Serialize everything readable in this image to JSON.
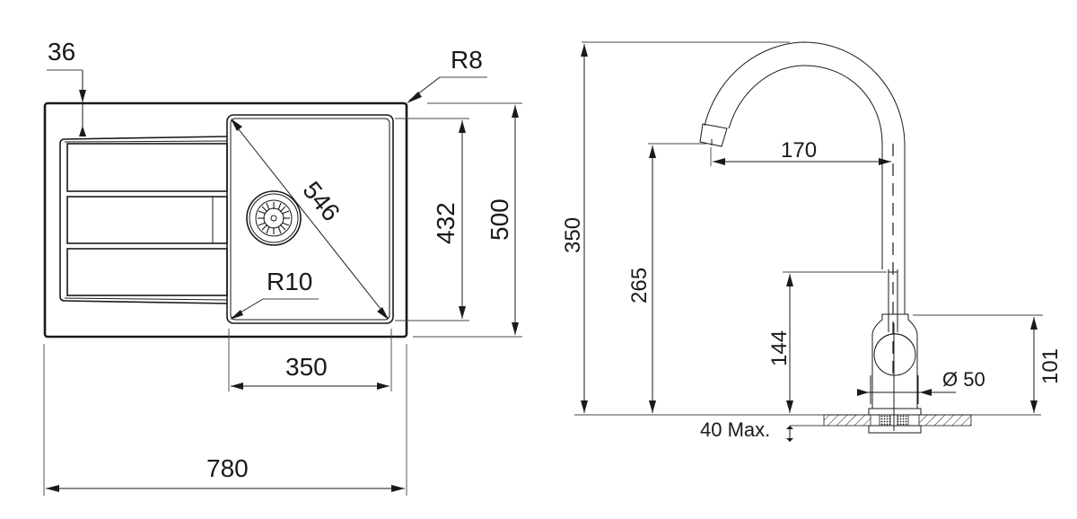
{
  "drawing": {
    "title": "Sink and faucet dimension drawing",
    "units": "mm",
    "colors": {
      "line": "#1a1a1a",
      "background": "#ffffff"
    }
  },
  "sink": {
    "drainboard_rim_offset": "36",
    "outer_corner_radius": "R8",
    "bowl_diagonal": "546",
    "bowl_corner_radius": "R10",
    "bowl_height": "432",
    "overall_depth": "500",
    "bowl_width": "350",
    "overall_width": "780"
  },
  "faucet": {
    "overall_height": "350",
    "spout_height": "265",
    "spout_reach": "170",
    "lever_height": "144",
    "body_height": "101",
    "base_diameter": "Ø 50",
    "max_counter_thickness": "40 Max."
  }
}
